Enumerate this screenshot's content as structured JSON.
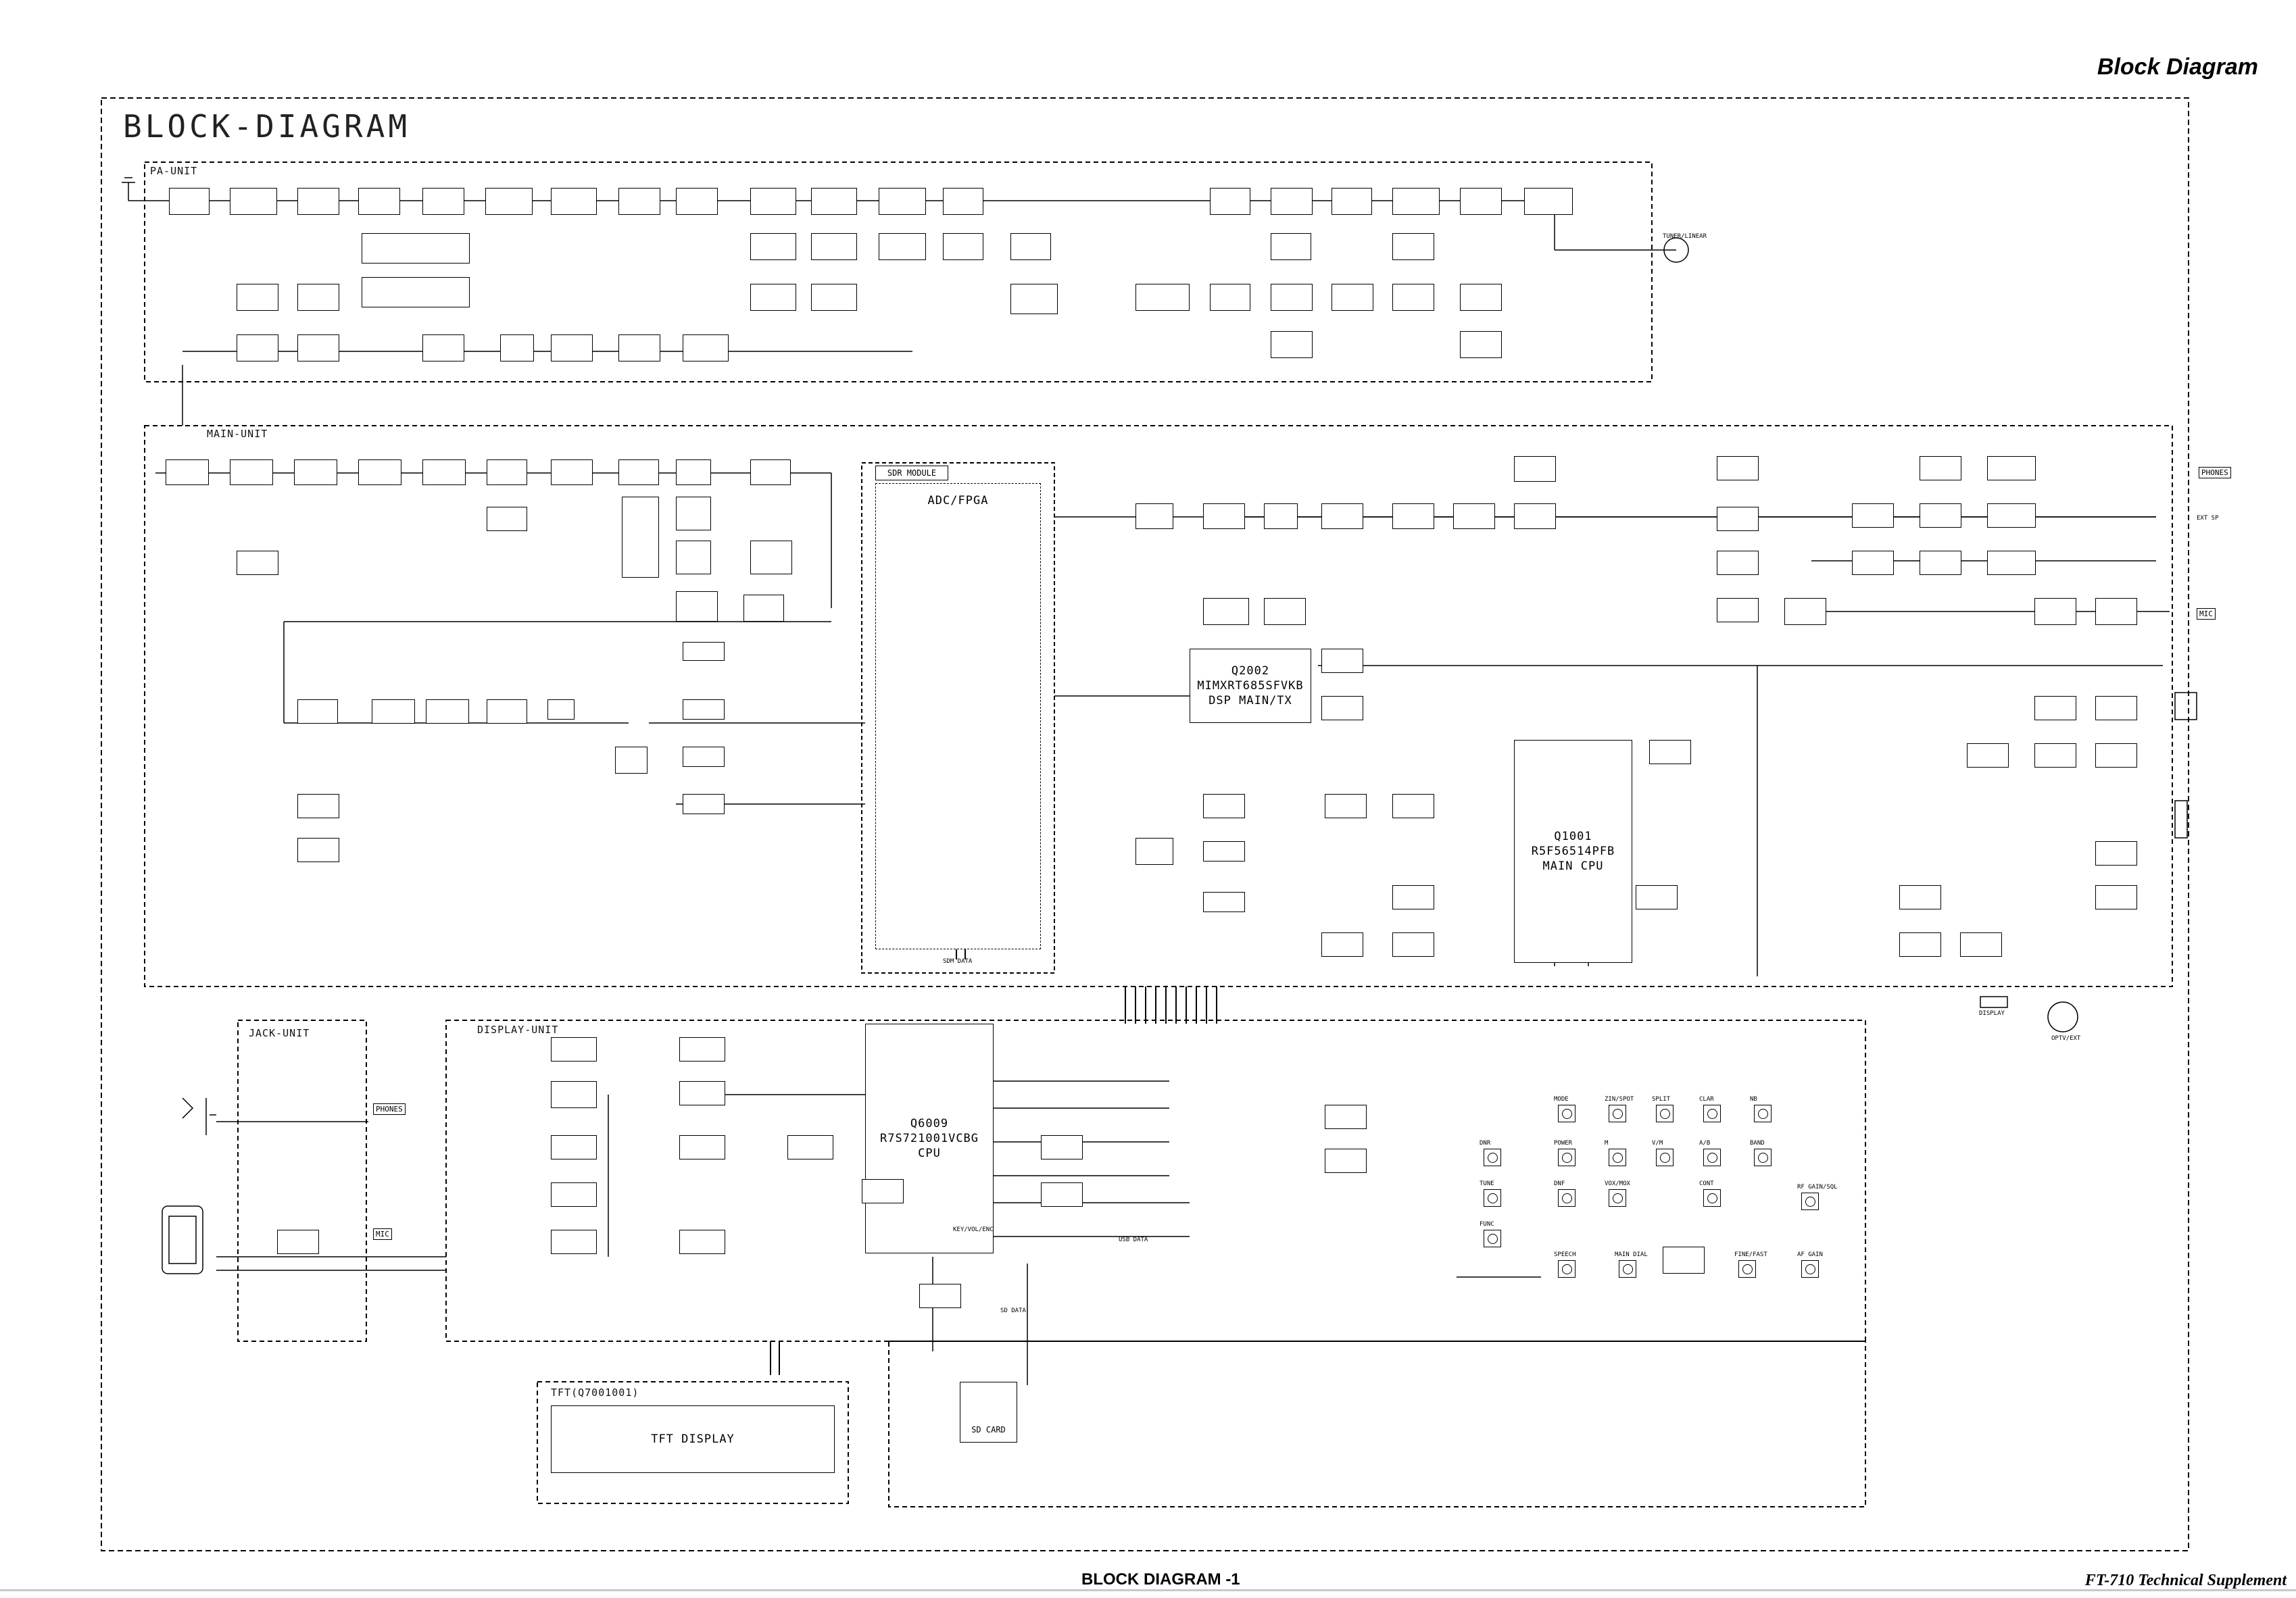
{
  "header": {
    "title": "Block Diagram"
  },
  "diagram": {
    "title": "BLOCK-DIAGRAM",
    "units": {
      "pa": "PA-UNIT",
      "main": "MAIN-UNIT",
      "jack": "JACK-UNIT",
      "display": "DISPLAY-UNIT",
      "tft": "TFT(Q7001001)"
    },
    "blocks": {
      "sdr_module": "SDR MODULE",
      "adc_fpga": "ADC/FPGA",
      "dsp_main": "Q2002\nMIMXRT685SFVKB\nDSP MAIN/TX",
      "main_cpu": "Q1001\nR5F56514PFB\nMAIN CPU",
      "display_cpu": "Q6009\nR7S721001VCBG\nCPU",
      "tft_display": "TFT DISPLAY",
      "sd_card": "SD CARD"
    },
    "labels": {
      "phones": "PHONES",
      "mic": "MIC",
      "ext_sp": "EXT SP",
      "display_conn": "DISPLAY",
      "key_vol_enc": "KEY/VOL/ENC",
      "usb_data": "USB DATA",
      "sdm_data": "SDM DATA",
      "tuner_linear": "TUNER/LINEAR",
      "optv_ext": "OPTV/EXT",
      "sd_data": "SD DATA"
    },
    "keys": [
      "MODE",
      "ZIN/SPOT",
      "SPLIT",
      "CLAR",
      "NB",
      "POWER",
      "M",
      "V/M",
      "A/B",
      "BAND",
      "DNR",
      "TUNE",
      "FUNC",
      "DNF",
      "VOX/MOX",
      "CONT",
      "SPEECH",
      "MAIN DIAL",
      "FINE/FAST",
      "AF GAIN",
      "RF GAIN/SQL"
    ]
  },
  "footer": {
    "center": "BLOCK DIAGRAM -1",
    "right": "FT-710 Technical Supplement"
  }
}
